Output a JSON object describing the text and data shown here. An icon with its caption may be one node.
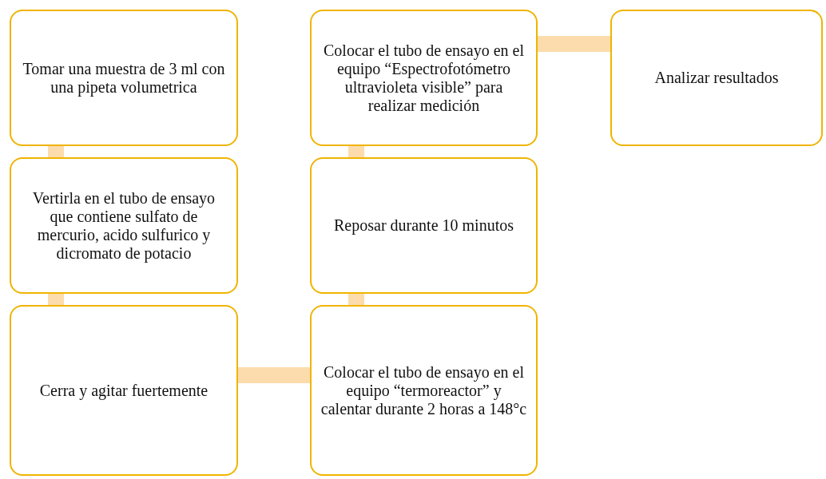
{
  "diagram": {
    "nodes": [
      {
        "text": [
          "Tomar una muestra de 3 ml con una pipeta volumetrica"
        ]
      },
      {
        "text": [
          "Vertirla en el tubo de ensayo que contiene sulfato de mercurio, acido sulfurico y dicromato de potacio"
        ]
      },
      {
        "text": [
          "Cerra y agitar fuertemente"
        ]
      },
      {
        "text": [
          "Colocar el tubo de ensayo en el equipo “termoreactor” y calentar durante 2 horas  a 148°c"
        ]
      },
      {
        "text": [
          "Reposar durante 10 minutos"
        ]
      },
      {
        "text": [
          "Colocar el tubo de ensayo en el equipo “Espectrofotómetro ultravioleta visible” para realizar medición"
        ]
      },
      {
        "text": [
          "Analizar resultados"
        ]
      }
    ],
    "edges": [
      {
        "from": 0,
        "to": 1,
        "arrow": "none"
      },
      {
        "from": 1,
        "to": 2,
        "arrow": "none"
      },
      {
        "from": 2,
        "to": 3,
        "arrow": "none"
      },
      {
        "from": 3,
        "to": 4,
        "arrow": "none"
      },
      {
        "from": 4,
        "to": 5,
        "arrow": "none"
      },
      {
        "from": 5,
        "to": 6,
        "arrow": "none"
      }
    ]
  }
}
